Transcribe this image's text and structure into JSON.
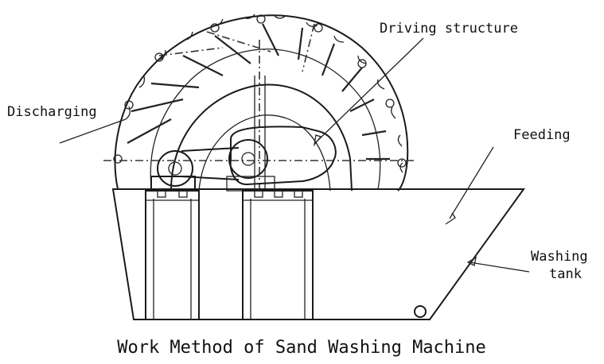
{
  "labels": {
    "driving_structure": "Driving structure",
    "discharging": "Discharging",
    "feeding": "Feeding",
    "washing_tank_line1": "Washing",
    "washing_tank_line2": "tank"
  },
  "caption": "Work Method of Sand Washing Machine",
  "colors": {
    "line": "#1a1a1a",
    "background": "#ffffff"
  }
}
